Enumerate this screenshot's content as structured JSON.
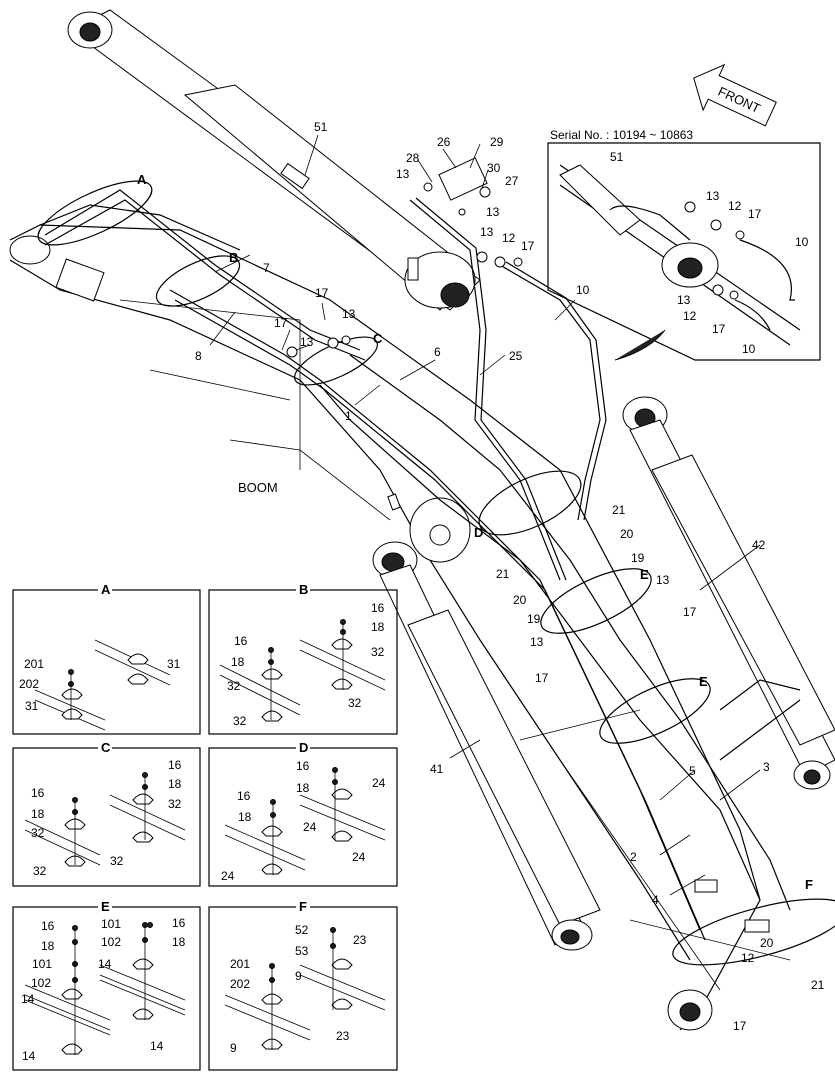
{
  "main": {
    "serial_note": "Serial No. : 10194 ~ 10863",
    "front_label": "FRONT",
    "boom_label": "BOOM",
    "callouts": [
      {
        "id": "c51",
        "text": "51"
      },
      {
        "id": "c26",
        "text": "26"
      },
      {
        "id": "c29",
        "text": "29"
      },
      {
        "id": "c28",
        "text": "28"
      },
      {
        "id": "c30",
        "text": "30"
      },
      {
        "id": "c13a",
        "text": "13"
      },
      {
        "id": "c27",
        "text": "27"
      },
      {
        "id": "c13b",
        "text": "13"
      },
      {
        "id": "c13c",
        "text": "13"
      },
      {
        "id": "c12a",
        "text": "12"
      },
      {
        "id": "c17a",
        "text": "17"
      },
      {
        "id": "c10a",
        "text": "10"
      },
      {
        "id": "cA",
        "text": "A"
      },
      {
        "id": "cB",
        "text": "B"
      },
      {
        "id": "c7",
        "text": "7"
      },
      {
        "id": "c17b",
        "text": "17"
      },
      {
        "id": "c13d",
        "text": "13"
      },
      {
        "id": "c17c",
        "text": "17"
      },
      {
        "id": "cC",
        "text": "C"
      },
      {
        "id": "c13e",
        "text": "13"
      },
      {
        "id": "c8",
        "text": "8"
      },
      {
        "id": "c6",
        "text": "6"
      },
      {
        "id": "c25",
        "text": "25"
      },
      {
        "id": "c1",
        "text": "1"
      },
      {
        "id": "cD",
        "text": "D"
      },
      {
        "id": "c21a",
        "text": "21"
      },
      {
        "id": "c20a",
        "text": "20"
      },
      {
        "id": "c19a",
        "text": "19"
      },
      {
        "id": "c21b",
        "text": "21"
      },
      {
        "id": "c20b",
        "text": "20"
      },
      {
        "id": "c19b",
        "text": "19"
      },
      {
        "id": "cE1",
        "text": "E"
      },
      {
        "id": "c13f",
        "text": "13"
      },
      {
        "id": "c13g",
        "text": "13"
      },
      {
        "id": "c17d",
        "text": "17"
      },
      {
        "id": "c17e",
        "text": "17"
      },
      {
        "id": "c42",
        "text": "42"
      },
      {
        "id": "cE2",
        "text": "E"
      },
      {
        "id": "c41",
        "text": "41"
      },
      {
        "id": "c5",
        "text": "5"
      },
      {
        "id": "c3",
        "text": "3"
      },
      {
        "id": "c2",
        "text": "2"
      },
      {
        "id": "c4",
        "text": "4"
      },
      {
        "id": "cF",
        "text": "F"
      },
      {
        "id": "c20c",
        "text": "20"
      },
      {
        "id": "c12b",
        "text": "12"
      },
      {
        "id": "c21c",
        "text": "21"
      },
      {
        "id": "c17f",
        "text": "17"
      }
    ],
    "inset_callouts": [
      {
        "id": "i51",
        "text": "51"
      },
      {
        "id": "i13a",
        "text": "13"
      },
      {
        "id": "i12a",
        "text": "12"
      },
      {
        "id": "i17a",
        "text": "17"
      },
      {
        "id": "i10a",
        "text": "10"
      },
      {
        "id": "i13b",
        "text": "13"
      },
      {
        "id": "i12b",
        "text": "12"
      },
      {
        "id": "i17b",
        "text": "17"
      },
      {
        "id": "i10b",
        "text": "10"
      }
    ]
  },
  "details": {
    "A": {
      "title": "A",
      "labels": [
        "201",
        "202",
        "31",
        "31"
      ]
    },
    "B": {
      "title": "B",
      "labels": [
        "16",
        "18",
        "16",
        "18",
        "32",
        "32",
        "32",
        "32"
      ]
    },
    "C": {
      "title": "C",
      "labels": [
        "16",
        "18",
        "32",
        "16",
        "18",
        "32",
        "32",
        "32"
      ]
    },
    "D": {
      "title": "D",
      "labels": [
        "16",
        "18",
        "24",
        "16",
        "18",
        "24",
        "24",
        "24"
      ]
    },
    "E": {
      "title": "E",
      "labels": [
        "16",
        "18",
        "101",
        "102",
        "14",
        "101",
        "102",
        "16",
        "18",
        "14",
        "14",
        "14"
      ]
    },
    "F": {
      "title": "F",
      "labels": [
        "52",
        "53",
        "23",
        "201",
        "202",
        "9",
        "23",
        "9"
      ]
    }
  }
}
